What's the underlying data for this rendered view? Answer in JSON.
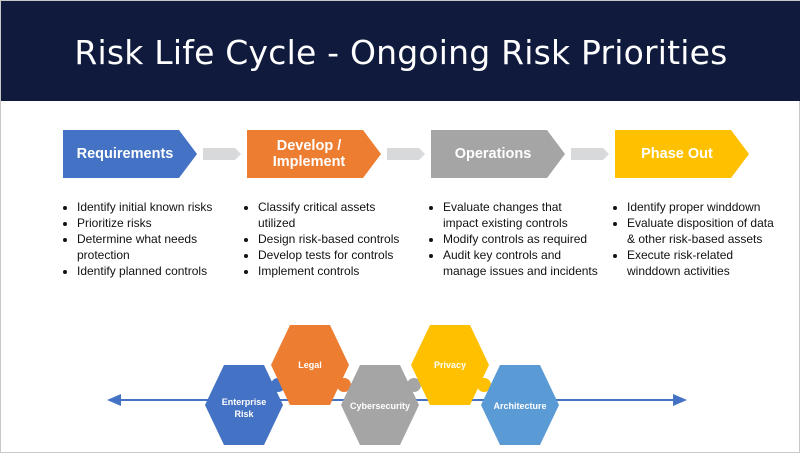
{
  "title": "Risk Life Cycle - Ongoing Risk Priorities",
  "phases": [
    {
      "label": "Requirements",
      "color": "#4472c4",
      "bullets": [
        "Identify initial known risks",
        "Prioritize risks",
        "Determine what needs protection",
        "Identify planned controls"
      ]
    },
    {
      "label": "Develop / Implement",
      "color": "#ed7d31",
      "bullets": [
        "Classify critical assets utilized",
        "Design risk-based controls",
        "Develop tests for controls",
        "Implement controls"
      ]
    },
    {
      "label": "Operations",
      "color": "#a5a5a5",
      "bullets": [
        "Evaluate changes that impact existing controls",
        "Modify controls as required",
        "Audit key controls and manage issues and incidents"
      ]
    },
    {
      "label": "Phase Out",
      "color": "#ffc000",
      "bullets": [
        "Identify proper winddown",
        "Evaluate disposition of data & other risk-based assets",
        "Execute risk-related winddown activities"
      ]
    }
  ],
  "domains": [
    {
      "label_lines": [
        "Enterprise",
        "Risk"
      ],
      "color": "#4472c4"
    },
    {
      "label_lines": [
        "Legal"
      ],
      "color": "#ed7d31"
    },
    {
      "label_lines": [
        "Cybersecurity"
      ],
      "color": "#a5a5a5"
    },
    {
      "label_lines": [
        "Privacy"
      ],
      "color": "#ffc000"
    },
    {
      "label_lines": [
        "Architecture"
      ],
      "color": "#5b9bd5"
    }
  ],
  "timeline_color": "#4472c4",
  "connector_color": "#d7d9db"
}
